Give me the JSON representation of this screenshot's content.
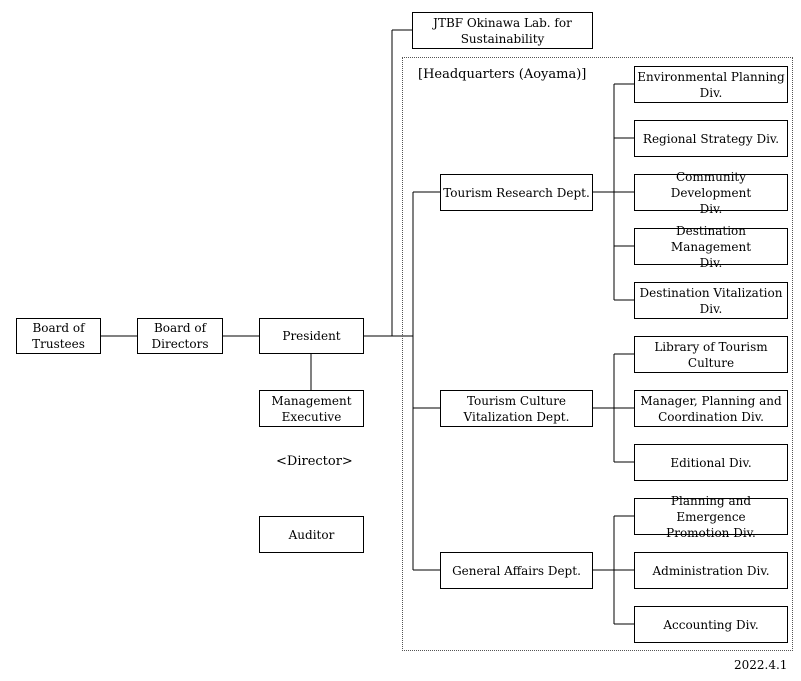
{
  "org": {
    "board_trustees": "Board of\nTrustees",
    "board_directors": "Board of\nDirectors",
    "president": "President",
    "management_executive": "Management\nExecutive",
    "director_label": "<Director>",
    "auditor": "Auditor",
    "okinawa_lab": "JTBF Okinawa Lab. for\nSustainability",
    "hq_label": "[Headquarters (Aoyama)]",
    "departments": [
      {
        "name": "Tourism Research Dept.",
        "divisions": [
          "Environmental Planning\nDiv.",
          "Regional Strategy Div.",
          "Community Development\nDiv.",
          "Destination Management\nDiv.",
          "Destination Vitalization\nDiv."
        ]
      },
      {
        "name": "Tourism Culture\nVitalization Dept.",
        "divisions": [
          "Library of Tourism Culture",
          "Manager, Planning and\nCoordination Div.",
          "Editional Div."
        ]
      },
      {
        "name": "General Affairs Dept.",
        "divisions": [
          "Planning and Emergence\nPromotion Div.",
          "Administration Div.",
          "Accounting Div."
        ]
      }
    ],
    "date": "2022.4.1"
  }
}
